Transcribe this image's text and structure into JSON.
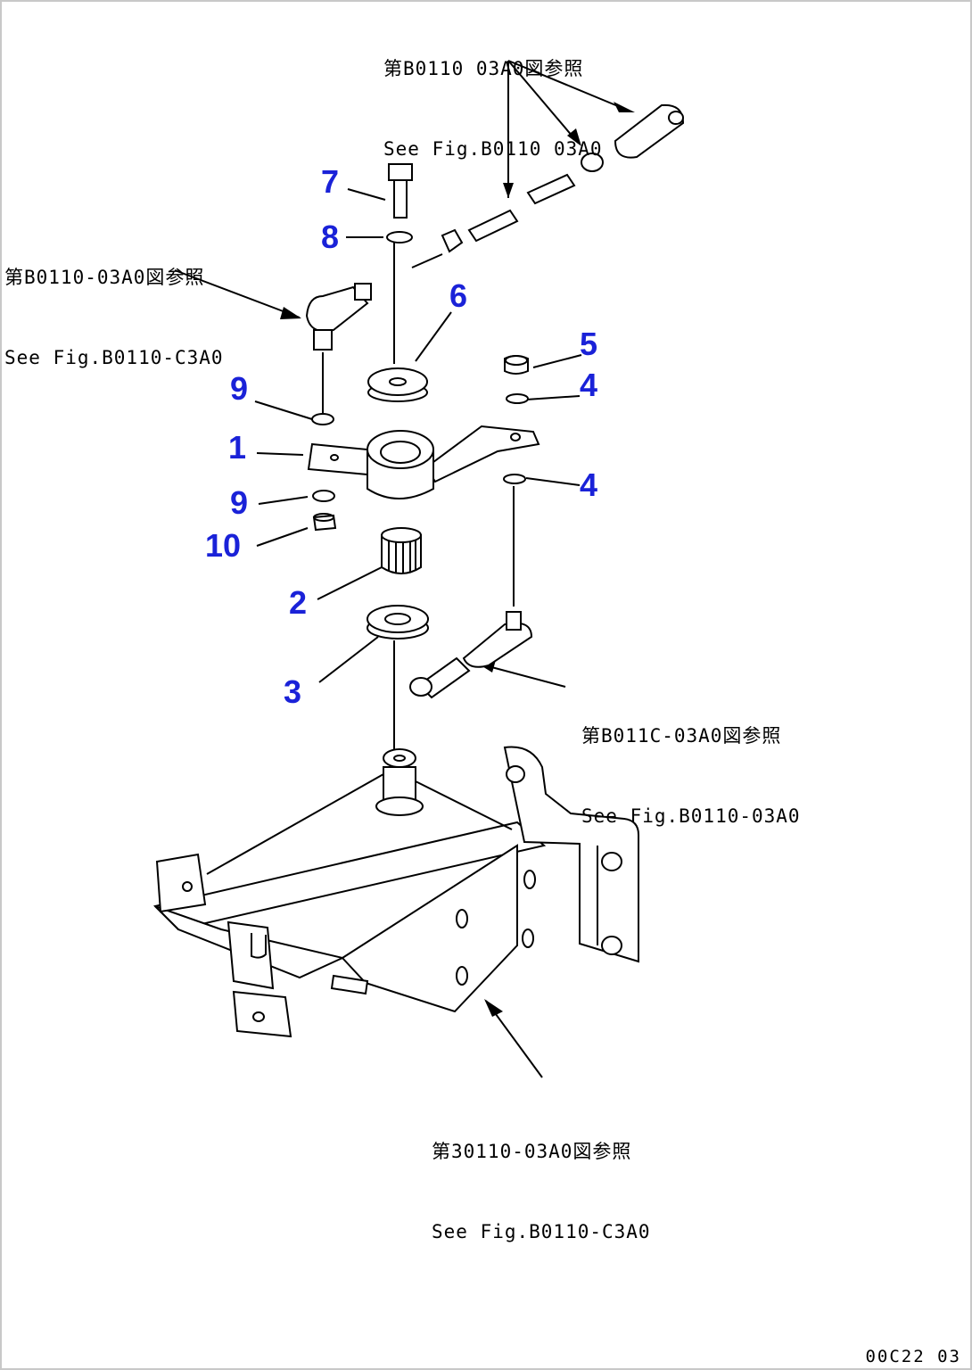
{
  "references": [
    {
      "id": "top",
      "jp": "第B0110 03A0図参照",
      "en": "See Fig.B0110 03A0"
    },
    {
      "id": "left",
      "jp": "第B0110-03A0図参照",
      "en": "See Fig.B0110-C3A0"
    },
    {
      "id": "right",
      "jp": "第B011C-03A0図参照",
      "en": "See Fig.B0110-03A0"
    },
    {
      "id": "bottom",
      "jp": "第30110-03A0図参照",
      "en": "See Fig.B0110-C3A0"
    }
  ],
  "part_numbers": [
    "7",
    "8",
    "6",
    "5",
    "4",
    "9",
    "1",
    "4",
    "9",
    "10",
    "2",
    "3"
  ],
  "drawing_code": "00C22 03",
  "colors": {
    "part_number": "#1a22d8",
    "line": "#000000",
    "frame": "#c8c8c8"
  }
}
